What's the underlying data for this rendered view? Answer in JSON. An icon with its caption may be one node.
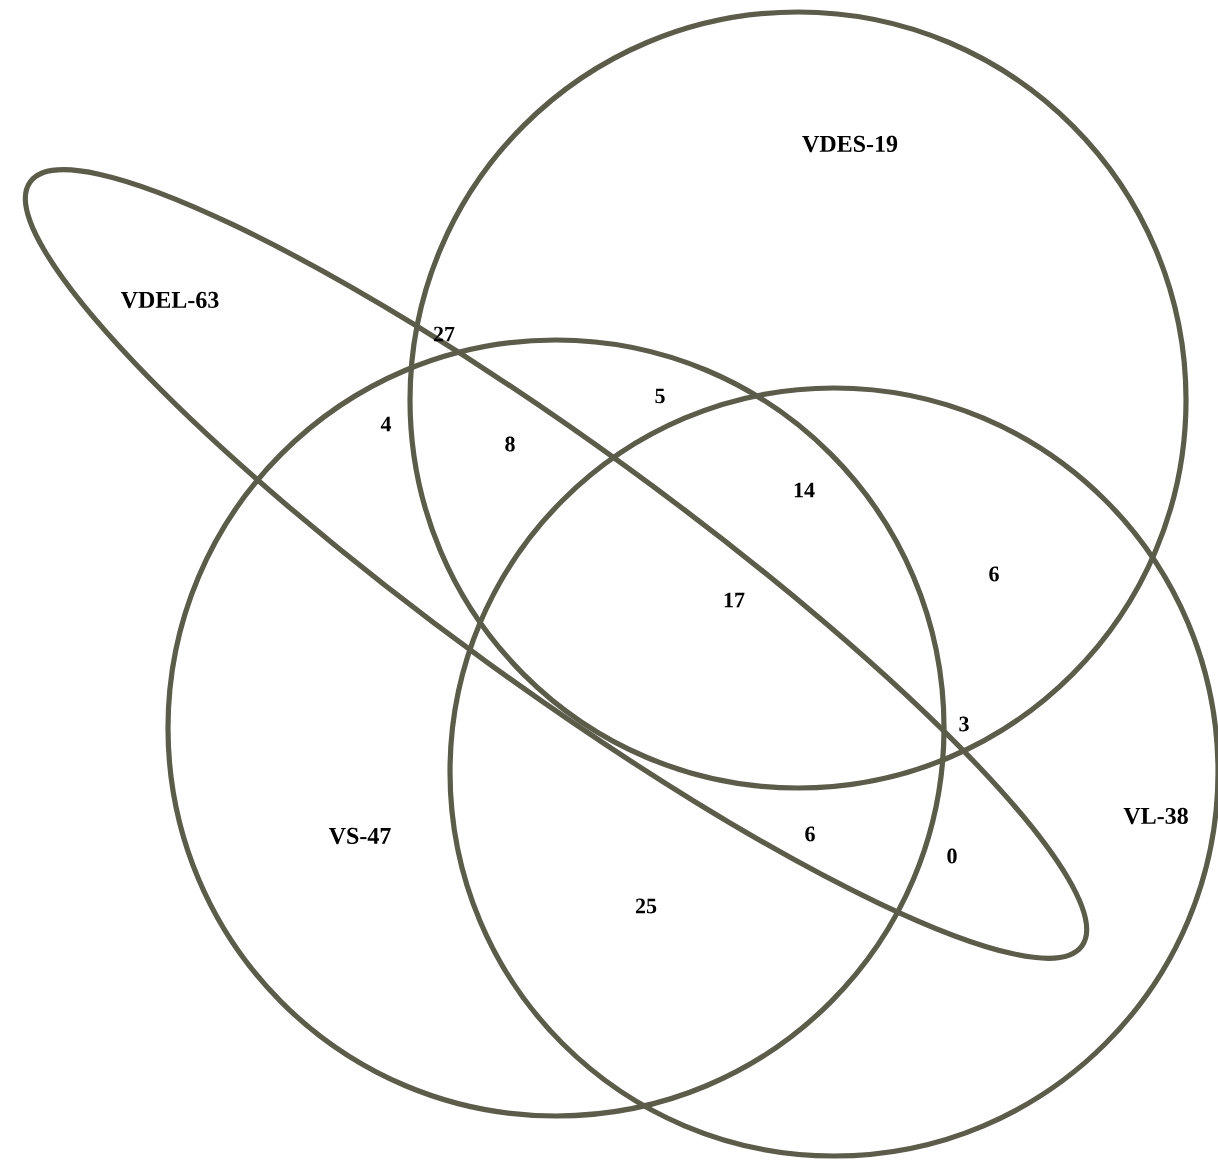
{
  "diagram": {
    "nodes": [
      {
        "text": [
          "VDES-19"
        ]
      },
      {
        "text": [
          "VDEL-63"
        ]
      },
      {
        "text": [
          "VS-47"
        ]
      },
      {
        "text": [
          "VL-38"
        ]
      }
    ],
    "labels": [
      "27",
      "5",
      "4",
      "8",
      "14",
      "6",
      "17",
      "3",
      "6",
      "0",
      "25"
    ]
  }
}
